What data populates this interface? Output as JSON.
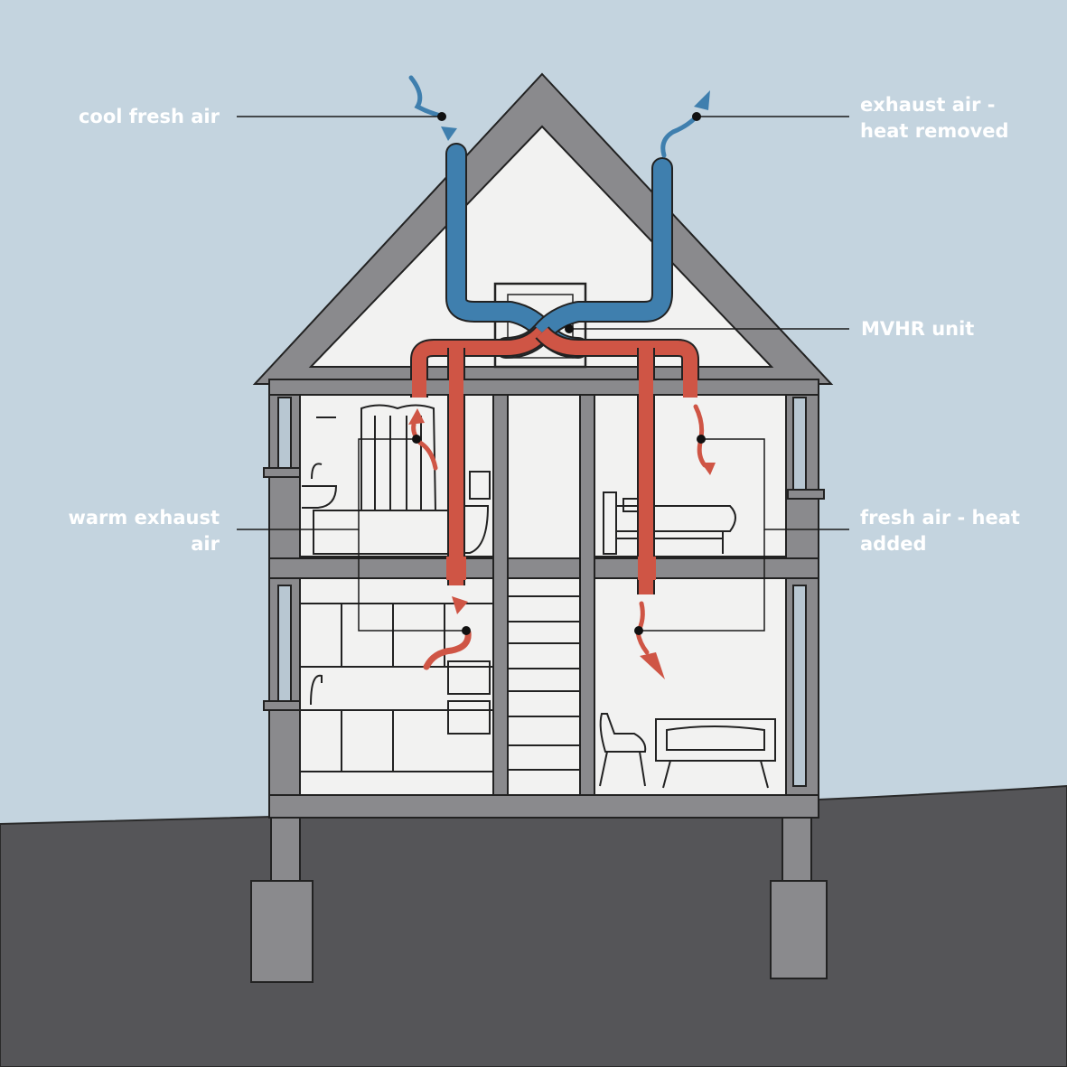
{
  "labels": {
    "cool_fresh_air": "cool fresh air",
    "exhaust_air_line1": "exhaust air -",
    "exhaust_air_line2": "heat removed",
    "mvhr_unit": "MVHR unit",
    "warm_exhaust_line1": "warm exhaust",
    "warm_exhaust_line2": "air",
    "fresh_air_heat_line1": "fresh air - heat",
    "fresh_air_heat_line2": "added"
  },
  "colors": {
    "sky": "#c4d4df",
    "ground": "#555558",
    "structure": "#8a8a8d",
    "interior": "#f2f2f1",
    "cold_duct": "#3f7fae",
    "warm_duct": "#cf5545",
    "label_text": "#ffffff",
    "leader_line": "#1a1a1a"
  }
}
